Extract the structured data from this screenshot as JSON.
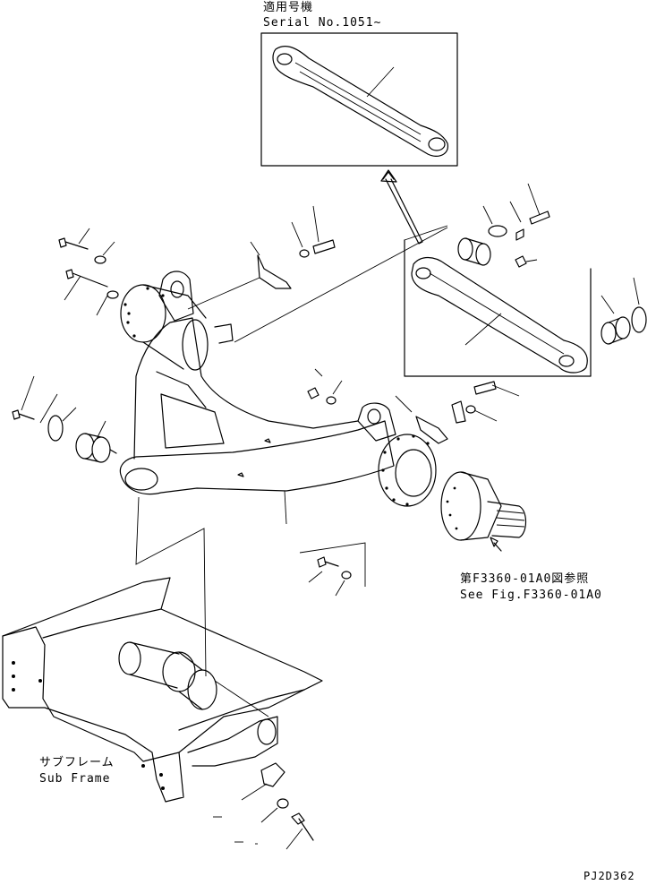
{
  "inset": {
    "applicable_jp": "適用号機",
    "serial": "Serial No.1051~"
  },
  "reference": {
    "jp": "第F3360-01A0図参照",
    "en": "See Fig.F3360-01A0"
  },
  "subframe": {
    "jp": "サブフレーム",
    "en": "Sub Frame"
  },
  "drawing_code": "PJ2D362"
}
